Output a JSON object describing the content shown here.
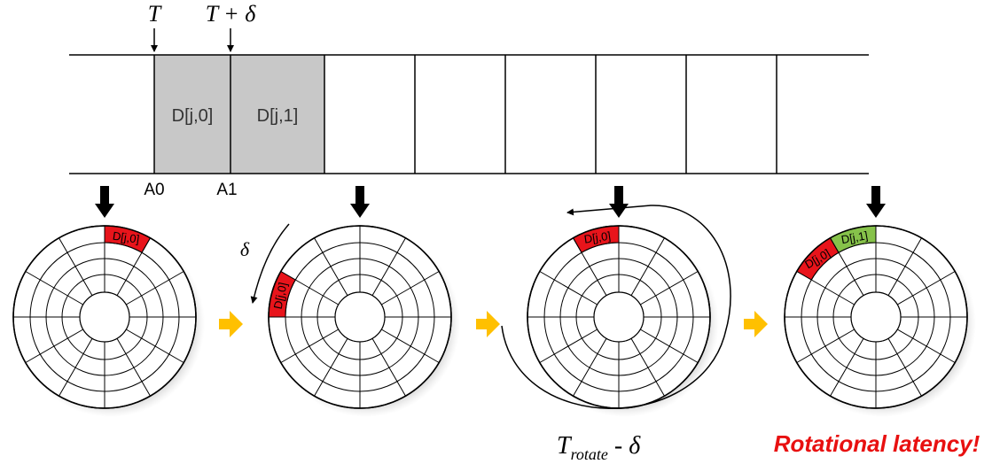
{
  "timeline": {
    "time_label_start": "T",
    "time_label_delta": "T + δ",
    "slot_labels": [
      "D[j,0]",
      "D[j,1]"
    ],
    "addr_labels": [
      "A0",
      "A1"
    ]
  },
  "disks": [
    {
      "sector_labels": [
        "D[j,0]"
      ]
    },
    {
      "sector_labels": [
        "D[j,0]"
      ]
    },
    {
      "sector_labels": [
        "D[j,0]"
      ]
    },
    {
      "sector_labels": [
        "D[j,0]",
        "D[j,1]"
      ]
    }
  ],
  "annotations": {
    "delta_label": "δ",
    "rotate_label_T": "T",
    "rotate_label_sub": "rotate",
    "rotate_label_rest": " - δ",
    "latency_label": "Rotational latency!"
  },
  "colors": {
    "filled_slot": "#c8c8c8",
    "sector_red": "#e8141b",
    "sector_green": "#86c24a",
    "step_arrow": "#ffc000",
    "latency_text": "#e81010",
    "shadow": "#b0b0b0"
  }
}
